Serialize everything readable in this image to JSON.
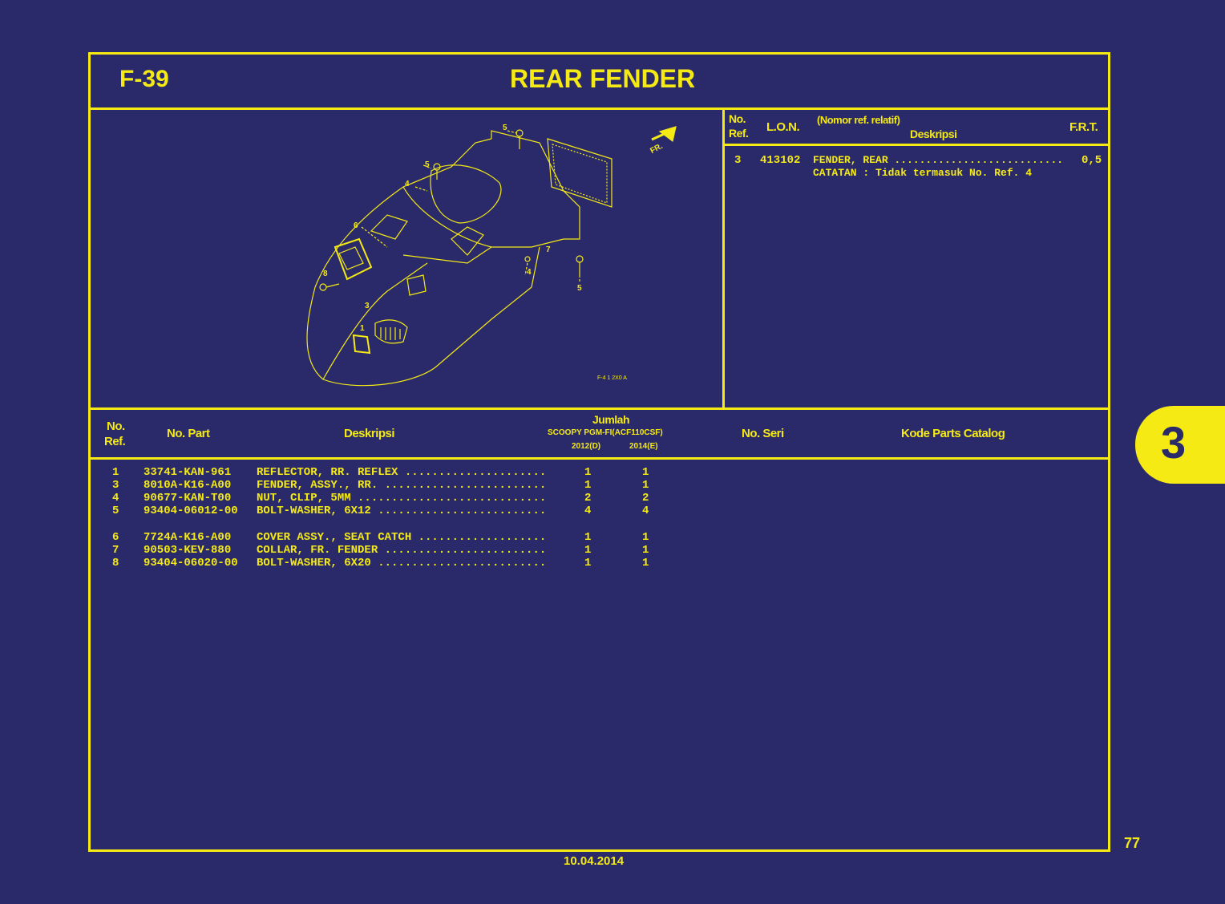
{
  "header": {
    "code": "F-39",
    "title": "REAR FENDER"
  },
  "ref_table": {
    "headers": {
      "no": "No.",
      "ref": "Ref.",
      "lon": "L.O.N.",
      "nomor": "(Nomor ref. relatif)",
      "deskripsi": "Deskripsi",
      "frt": "F.R.T."
    },
    "rows": [
      {
        "ref": "3",
        "lon": "413102",
        "desc": "FENDER, REAR ...........................",
        "frt": "0,5"
      }
    ],
    "note": "CATATAN : Tidak termasuk No. Ref. 4"
  },
  "diagram": {
    "direction_label": "FR.",
    "callouts": [
      "5",
      "5",
      "4",
      "6",
      "8",
      "3",
      "1",
      "4",
      "5",
      "7"
    ],
    "drawing_code": "F-4 1 2X0 A"
  },
  "parts_table": {
    "headers": {
      "no": "No.",
      "ref": "Ref.",
      "part": "No. Part",
      "desc": "Deskripsi",
      "jumlah": "Jumlah",
      "model": "SCOOPY PGM-FI(ACF110CSF)",
      "year1": "2012(D)",
      "year2": "2014(E)",
      "seri": "No. Seri",
      "kode": "Kode Parts Catalog"
    },
    "rows": [
      {
        "ref": "1",
        "part": "33741-KAN-961",
        "desc": "REFLECTOR, RR. REFLEX .....................",
        "q1": "1",
        "q2": "1"
      },
      {
        "ref": "3",
        "part": "8010A-K16-A00",
        "desc": "FENDER, ASSY., RR. ........................",
        "q1": "1",
        "q2": "1"
      },
      {
        "ref": "4",
        "part": "90677-KAN-T00",
        "desc": "NUT, CLIP, 5MM ............................",
        "q1": "2",
        "q2": "2"
      },
      {
        "ref": "5",
        "part": "93404-06012-00",
        "desc": "BOLT-WASHER, 6X12 .........................",
        "q1": "4",
        "q2": "4"
      },
      {
        "ref": "6",
        "part": "7724A-K16-A00",
        "desc": "COVER ASSY., SEAT CATCH ...................",
        "q1": "1",
        "q2": "1"
      },
      {
        "ref": "7",
        "part": "90503-KEV-880",
        "desc": "COLLAR, FR. FENDER ........................",
        "q1": "1",
        "q2": "1"
      },
      {
        "ref": "8",
        "part": "93404-06020-00",
        "desc": "BOLT-WASHER, 6X20 .........................",
        "q1": "1",
        "q2": "1"
      }
    ]
  },
  "section_tab": "3",
  "page_number": "77",
  "date": "10.04.2014",
  "colors": {
    "background": "#2a2a6b",
    "accent": "#f5ea14"
  }
}
